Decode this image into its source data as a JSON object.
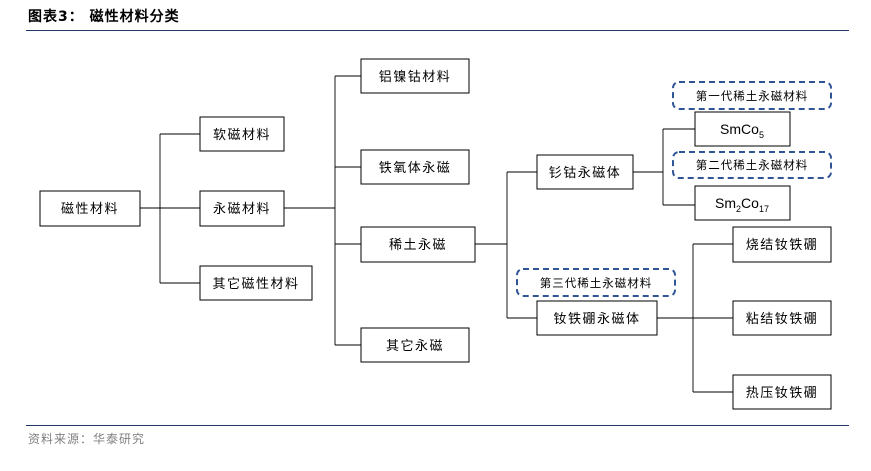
{
  "figure": {
    "title": "图表3：  磁性材料分类",
    "source": "资料来源：华泰研究"
  },
  "diagram": {
    "root": "磁性材料",
    "level1": [
      "软磁材料",
      "永磁材料",
      "其它磁性材料"
    ],
    "permanent_types": [
      "铝镍钴材料",
      "铁氧体永磁",
      "稀土永磁",
      "其它永磁"
    ],
    "rare_earth_types": [
      "钐钴永磁体",
      "钕铁硼永磁体"
    ],
    "smco_types": [
      "SmCo",
      "Sm",
      "Co"
    ],
    "smco_subscripts": [
      "5",
      "2",
      "17"
    ],
    "ndfeb_types": [
      "烧结钕铁硼",
      "粘结钕铁硼",
      "热压钕铁硼"
    ],
    "generation_tags": [
      "第一代稀土永磁材料",
      "第二代稀土永磁材料",
      "第三代稀土永磁材料"
    ]
  },
  "colors": {
    "tag_border": "#2f5597",
    "rule": "#1f3864",
    "source_text": "#808080"
  }
}
